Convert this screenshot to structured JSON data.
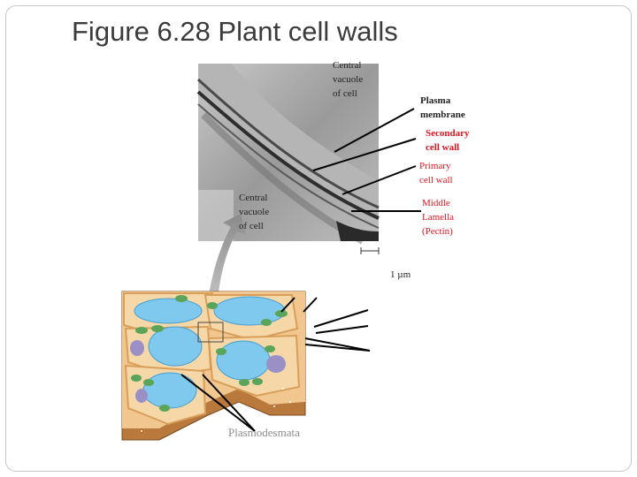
{
  "slide": {
    "title": "Figure 6.28 Plant cell walls"
  },
  "labels": {
    "central_vacuole_top": "Central\nvacuole\nof cell",
    "central_vacuole_bottom": "Central\nvacuole\nof cell",
    "plasma_membrane": "Plasma\nmembrane",
    "secondary_cell_wall": "Secondary\ncell wall",
    "primary_cell_wall": "Primary\ncell wall",
    "middle_lamella": "Middle\nLamella\n(Pectin)",
    "scale_bar": "1 µm",
    "plasmodesmata": "Plasmodesmata"
  },
  "colors": {
    "title": "#3b3b3b",
    "red_label": "#e0141e",
    "cell_wall": "#f1c68f",
    "vacuole": "#7fc8ee",
    "chloroplast": "#5aa55a",
    "nucleus": "#9a90c6"
  }
}
